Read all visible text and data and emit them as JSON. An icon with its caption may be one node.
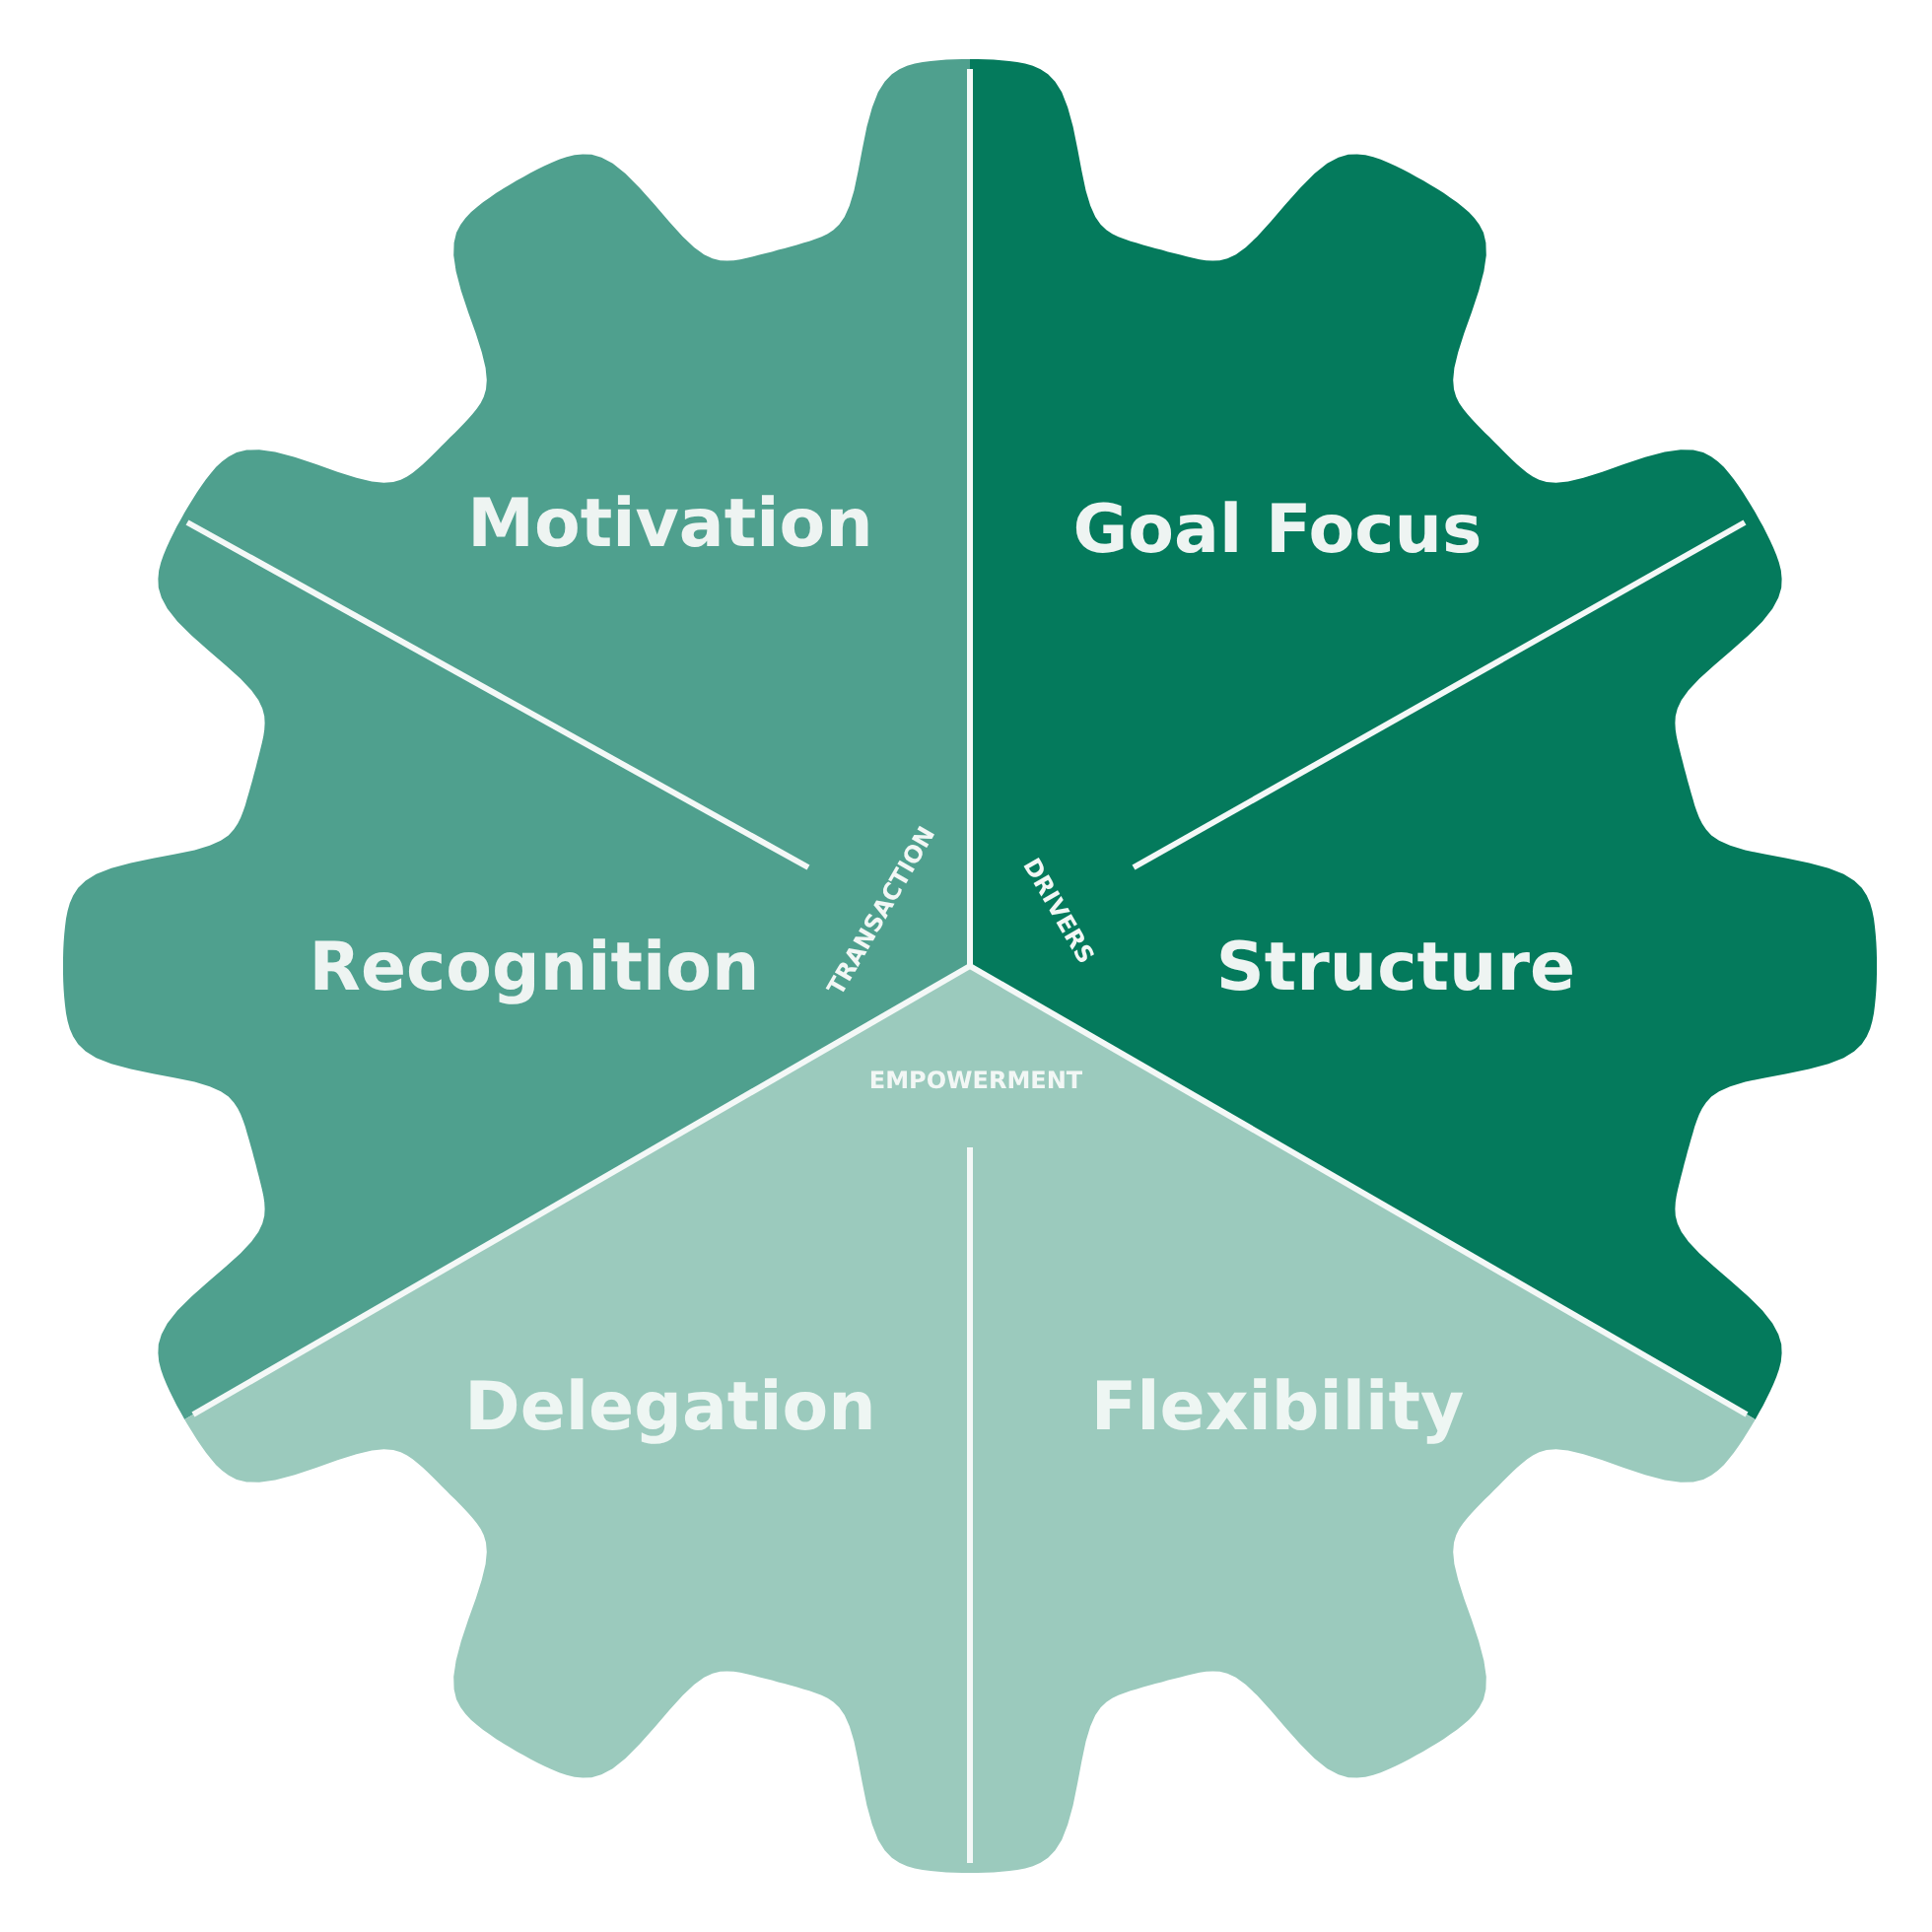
{
  "diagram": {
    "nodes": [
      {
        "text": [
          "TRANSACTION"
        ]
      },
      {
        "text": [
          "Motivation"
        ],
        "in": 0
      },
      {
        "text": [
          "Recognition"
        ],
        "in": 0
      },
      {
        "text": [
          "DRIVERS"
        ]
      },
      {
        "text": [
          "Goal Focus"
        ],
        "in": 3
      },
      {
        "text": [
          "Structure"
        ],
        "in": 3
      },
      {
        "text": [
          "EMPOWERMENT"
        ]
      },
      {
        "text": [
          "Delegation"
        ],
        "in": 6
      },
      {
        "text": [
          "Flexibility"
        ],
        "in": 6
      }
    ],
    "edges": []
  }
}
